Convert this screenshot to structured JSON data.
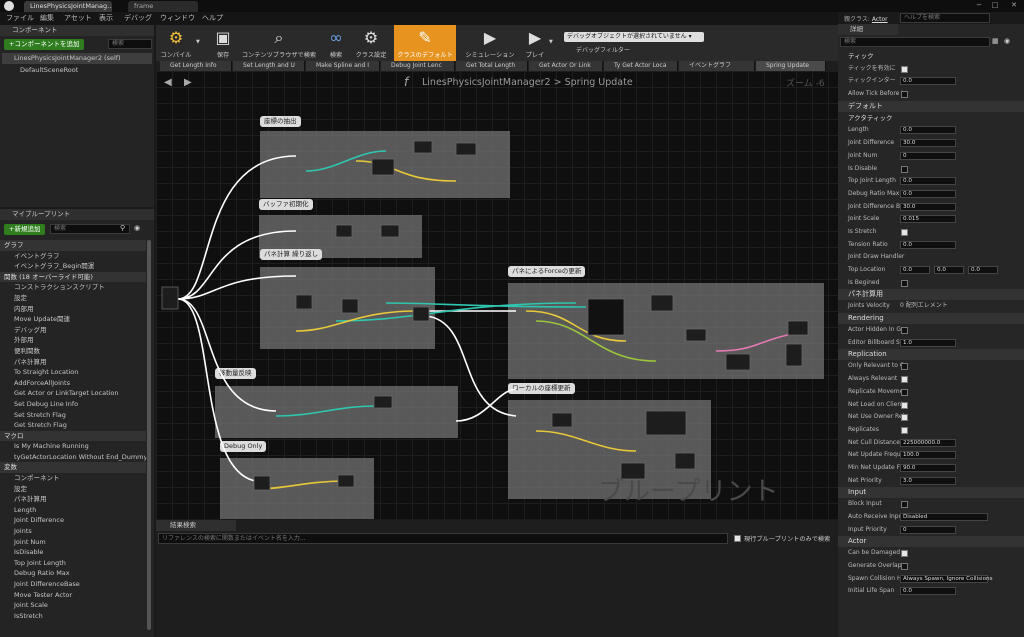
{
  "tabs": [
    {
      "label": "LinesPhysicsJointManag..."
    },
    {
      "label": "frame"
    }
  ],
  "menu": [
    "ファイル",
    "編集",
    "アセット",
    "表示",
    "デバッグ",
    "ウィンドウ",
    "ヘルプ"
  ],
  "parent_class": {
    "label": "親クラス:",
    "value": "Actor"
  },
  "help_search": "ヘルプを検索",
  "components": {
    "title": "コンポーネント",
    "add_btn": "+コンポーネントを追加",
    "search": "検索",
    "items": [
      "LinesPhysicsJointManager2 (self)",
      "DefaultSceneRoot"
    ]
  },
  "mybp": {
    "title": "マイブループリント",
    "add_btn": "+新規追加",
    "search": "検索",
    "rows": [
      {
        "t": "グラフ",
        "cat": true
      },
      {
        "t": "イベントグラフ"
      },
      {
        "t": "イベントグラフ_Begin開運"
      },
      {
        "t": "関数 (18 オーバーライド可能)",
        "cat": true
      },
      {
        "t": "コンストラクションスクリプト"
      },
      {
        "t": "設定"
      },
      {
        "t": "内部用"
      },
      {
        "t": "Move Update関連"
      },
      {
        "t": "デバッグ用"
      },
      {
        "t": "外部用"
      },
      {
        "t": "便利関数"
      },
      {
        "t": "パネ計算用"
      },
      {
        "t": "To Straight Location"
      },
      {
        "t": "AddForceAllJoints"
      },
      {
        "t": "Get Actor or LinkTarget Location"
      },
      {
        "t": "Set Debug Line Info"
      },
      {
        "t": "Set Stretch Flag"
      },
      {
        "t": "Get Stretch Flag"
      },
      {
        "t": "マクロ",
        "cat": true
      },
      {
        "t": "Is My Machine Running"
      },
      {
        "t": "tyGetActorLocation Without End_Dummy"
      },
      {
        "t": "変数",
        "cat": true
      },
      {
        "t": "コンポーネント"
      },
      {
        "t": "設定"
      },
      {
        "t": "パネ計算用"
      },
      {
        "t": "Length"
      },
      {
        "t": "Joint Difference"
      },
      {
        "t": "Joints"
      },
      {
        "t": "Joint Num"
      },
      {
        "t": "IsDisable"
      },
      {
        "t": "Top Joint Length"
      },
      {
        "t": "Debug Ratio Max"
      },
      {
        "t": "Joint DifferenceBase"
      },
      {
        "t": "Move Tester Actor"
      },
      {
        "t": "Joint Scale"
      },
      {
        "t": "IsStretch"
      }
    ]
  },
  "toolbar": [
    {
      "label": "コンパイル",
      "icon": "compile-icon"
    },
    {
      "label": "保存",
      "icon": "save-icon"
    },
    {
      "label": "コンテンツブラウザで検索",
      "icon": "search-icon"
    },
    {
      "label": "検索",
      "icon": "binoculars-icon"
    },
    {
      "label": "クラス設定",
      "icon": "gear-icon"
    },
    {
      "label": "クラスのデフォルト",
      "icon": "defaults-icon"
    },
    {
      "label": "シミュレーション",
      "icon": "simulate-icon"
    },
    {
      "label": "プレイ",
      "icon": "play-icon"
    }
  ],
  "debug": {
    "dropdown": "デバッグオブジェクトが選択されていません",
    "label": "デバッグフィルター"
  },
  "fn_tabs": [
    "Get Length Info",
    "Set Length and U",
    "Make Spline and I",
    "Debug Joint Lenc",
    "Get Total Length",
    "Get Actor Or Link",
    "Ty Get Actor Loca",
    "イベントグラフ",
    "Spring Update"
  ],
  "breadcrumb": {
    "a": "LinesPhysicsJointManager2",
    "sep": ">",
    "b": "Spring Update"
  },
  "zoom": "ズーム -6",
  "watermark": "ブループリント",
  "comments": [
    "座標の抽出",
    "バッファ初期化",
    "パネ計算 繰り返し",
    "パネによるForceの更新",
    "移動量反映",
    "ローカルの座標更新",
    "Debug Only"
  ],
  "results": {
    "title": "結果検索",
    "placeholder": "リファレンスの検索に関数またはイベント名を入力...",
    "checkbox": "現行ブループリントのみで検索"
  },
  "details": {
    "title": "詳細",
    "search": "検索",
    "sections": [
      {
        "name": "",
        "rows": [
          {
            "label": "ティック",
            "header": true
          },
          {
            "label": "ティックを有効に",
            "type": "check",
            "on": true
          },
          {
            "label": "ティックインター",
            "type": "field",
            "value": "0.0"
          },
          {
            "label": "Allow Tick Before I",
            "type": "check",
            "on": false
          }
        ]
      },
      {
        "name": "デフォルト",
        "rows": [
          {
            "label": "アクタティック",
            "header": true
          },
          {
            "label": "Length",
            "type": "field",
            "value": "0.0"
          },
          {
            "label": "Joint Difference",
            "type": "field",
            "value": "30.0"
          },
          {
            "label": "Joint Num",
            "type": "field",
            "value": "0"
          },
          {
            "label": "Is Disable",
            "type": "check",
            "on": false
          },
          {
            "label": "Top Joint Length",
            "type": "field",
            "value": "0.0"
          },
          {
            "label": "Debug Ratio Max",
            "type": "field",
            "value": "0.0"
          },
          {
            "label": "Joint Difference B",
            "type": "field",
            "value": "30.0"
          },
          {
            "label": "Joint Scale",
            "type": "field",
            "value": "0.015"
          },
          {
            "label": "Is Stretch",
            "type": "check",
            "on": true
          },
          {
            "label": "Tension Ratio",
            "type": "field",
            "value": "0.0"
          },
          {
            "label": "Joint Draw Handler",
            "type": "none"
          },
          {
            "label": "Top Location",
            "type": "xyz",
            "x": "0.0",
            "y": "0.0",
            "z": "0.0"
          },
          {
            "label": "Is Begined",
            "type": "check",
            "on": false
          }
        ]
      },
      {
        "name": "パネ計算用",
        "rows": [
          {
            "label": "Joints Velocity",
            "type": "text",
            "value": "0 配列エレメント"
          }
        ]
      },
      {
        "name": "Rendering",
        "rows": [
          {
            "label": "Actor Hidden In Ga",
            "type": "check",
            "on": false
          },
          {
            "label": "Editor Billboard Sc",
            "type": "field",
            "value": "1.0"
          }
        ]
      },
      {
        "name": "Replication",
        "rows": [
          {
            "label": "Only Relevant to O",
            "type": "check",
            "on": false
          },
          {
            "label": "Always Relevant",
            "type": "check",
            "on": true
          },
          {
            "label": "Replicate Moveme",
            "type": "check",
            "on": false
          },
          {
            "label": "Net Load on Client",
            "type": "check",
            "on": true
          },
          {
            "label": "Net Use Owner Rel",
            "type": "check",
            "on": true
          },
          {
            "label": "Replicates",
            "type": "check",
            "on": true
          },
          {
            "label": "Net Cull Distance",
            "type": "field",
            "value": "225000000.0"
          },
          {
            "label": "Net Update Freque",
            "type": "field",
            "value": "100.0"
          },
          {
            "label": "Min Net Update Fr",
            "type": "field",
            "value": "90.0"
          },
          {
            "label": "Net Priority",
            "type": "field",
            "value": "3.0"
          }
        ]
      },
      {
        "name": "Input",
        "rows": [
          {
            "label": "Block Input",
            "type": "check",
            "on": false
          },
          {
            "label": "Auto Receive Input",
            "type": "select",
            "value": "Disabled"
          },
          {
            "label": "Input Priority",
            "type": "field",
            "value": "0"
          }
        ]
      },
      {
        "name": "Actor",
        "rows": [
          {
            "label": "Can be Damaged",
            "type": "check",
            "on": true
          },
          {
            "label": "Generate Overlap",
            "type": "check",
            "on": false
          },
          {
            "label": "Spawn Collision H",
            "type": "select",
            "value": "Always Spawn, Ignore Collisions"
          },
          {
            "label": "Initial Life Span",
            "type": "field",
            "value": "0.0"
          }
        ]
      }
    ]
  },
  "colors": {
    "accent": "#e6931f",
    "green": "#2f7d1e",
    "graph": "#0f0f0f"
  }
}
